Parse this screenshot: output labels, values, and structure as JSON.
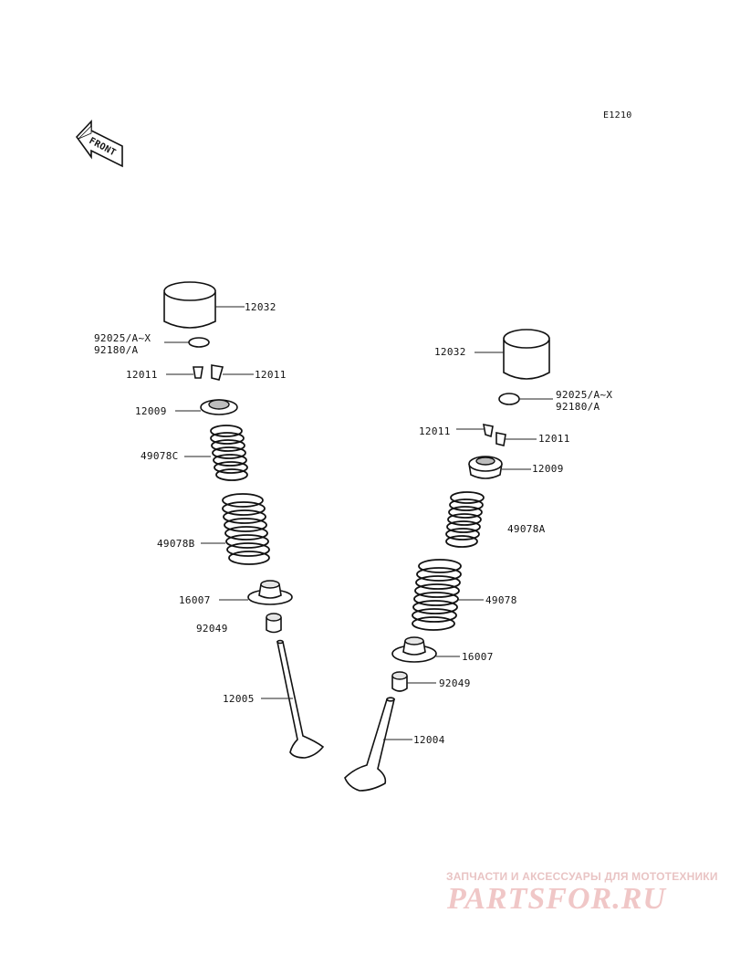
{
  "diagram_code": "E1210",
  "front_label": "FRONT",
  "left_valve": {
    "tappet": "12032",
    "shim_a": "92025/A~X",
    "shim_b": "92180/A",
    "cotter_left": "12011",
    "cotter_right": "12011",
    "retainer": "12009",
    "spring_inner": "49078C",
    "spring_outer": "49078B",
    "spring_seat": "16007",
    "stem_seal": "92049",
    "valve": "12005"
  },
  "right_valve": {
    "tappet": "12032",
    "shim_a": "92025/A~X",
    "shim_b": "92180/A",
    "cotter_left": "12011",
    "cotter_right": "12011",
    "retainer": "12009",
    "spring_inner": "49078A",
    "spring_outer": "49078",
    "spring_seat": "16007",
    "stem_seal": "92049",
    "valve": "12004"
  },
  "watermark": {
    "tagline": "ЗАПЧАСТИ И АКСЕССУАРЫ ДЛЯ МОТОТЕХНИКИ",
    "logo": "PARTSFOR.RU",
    "color": "#f0c7c7"
  },
  "colors": {
    "line": "#111111",
    "background": "#ffffff"
  }
}
